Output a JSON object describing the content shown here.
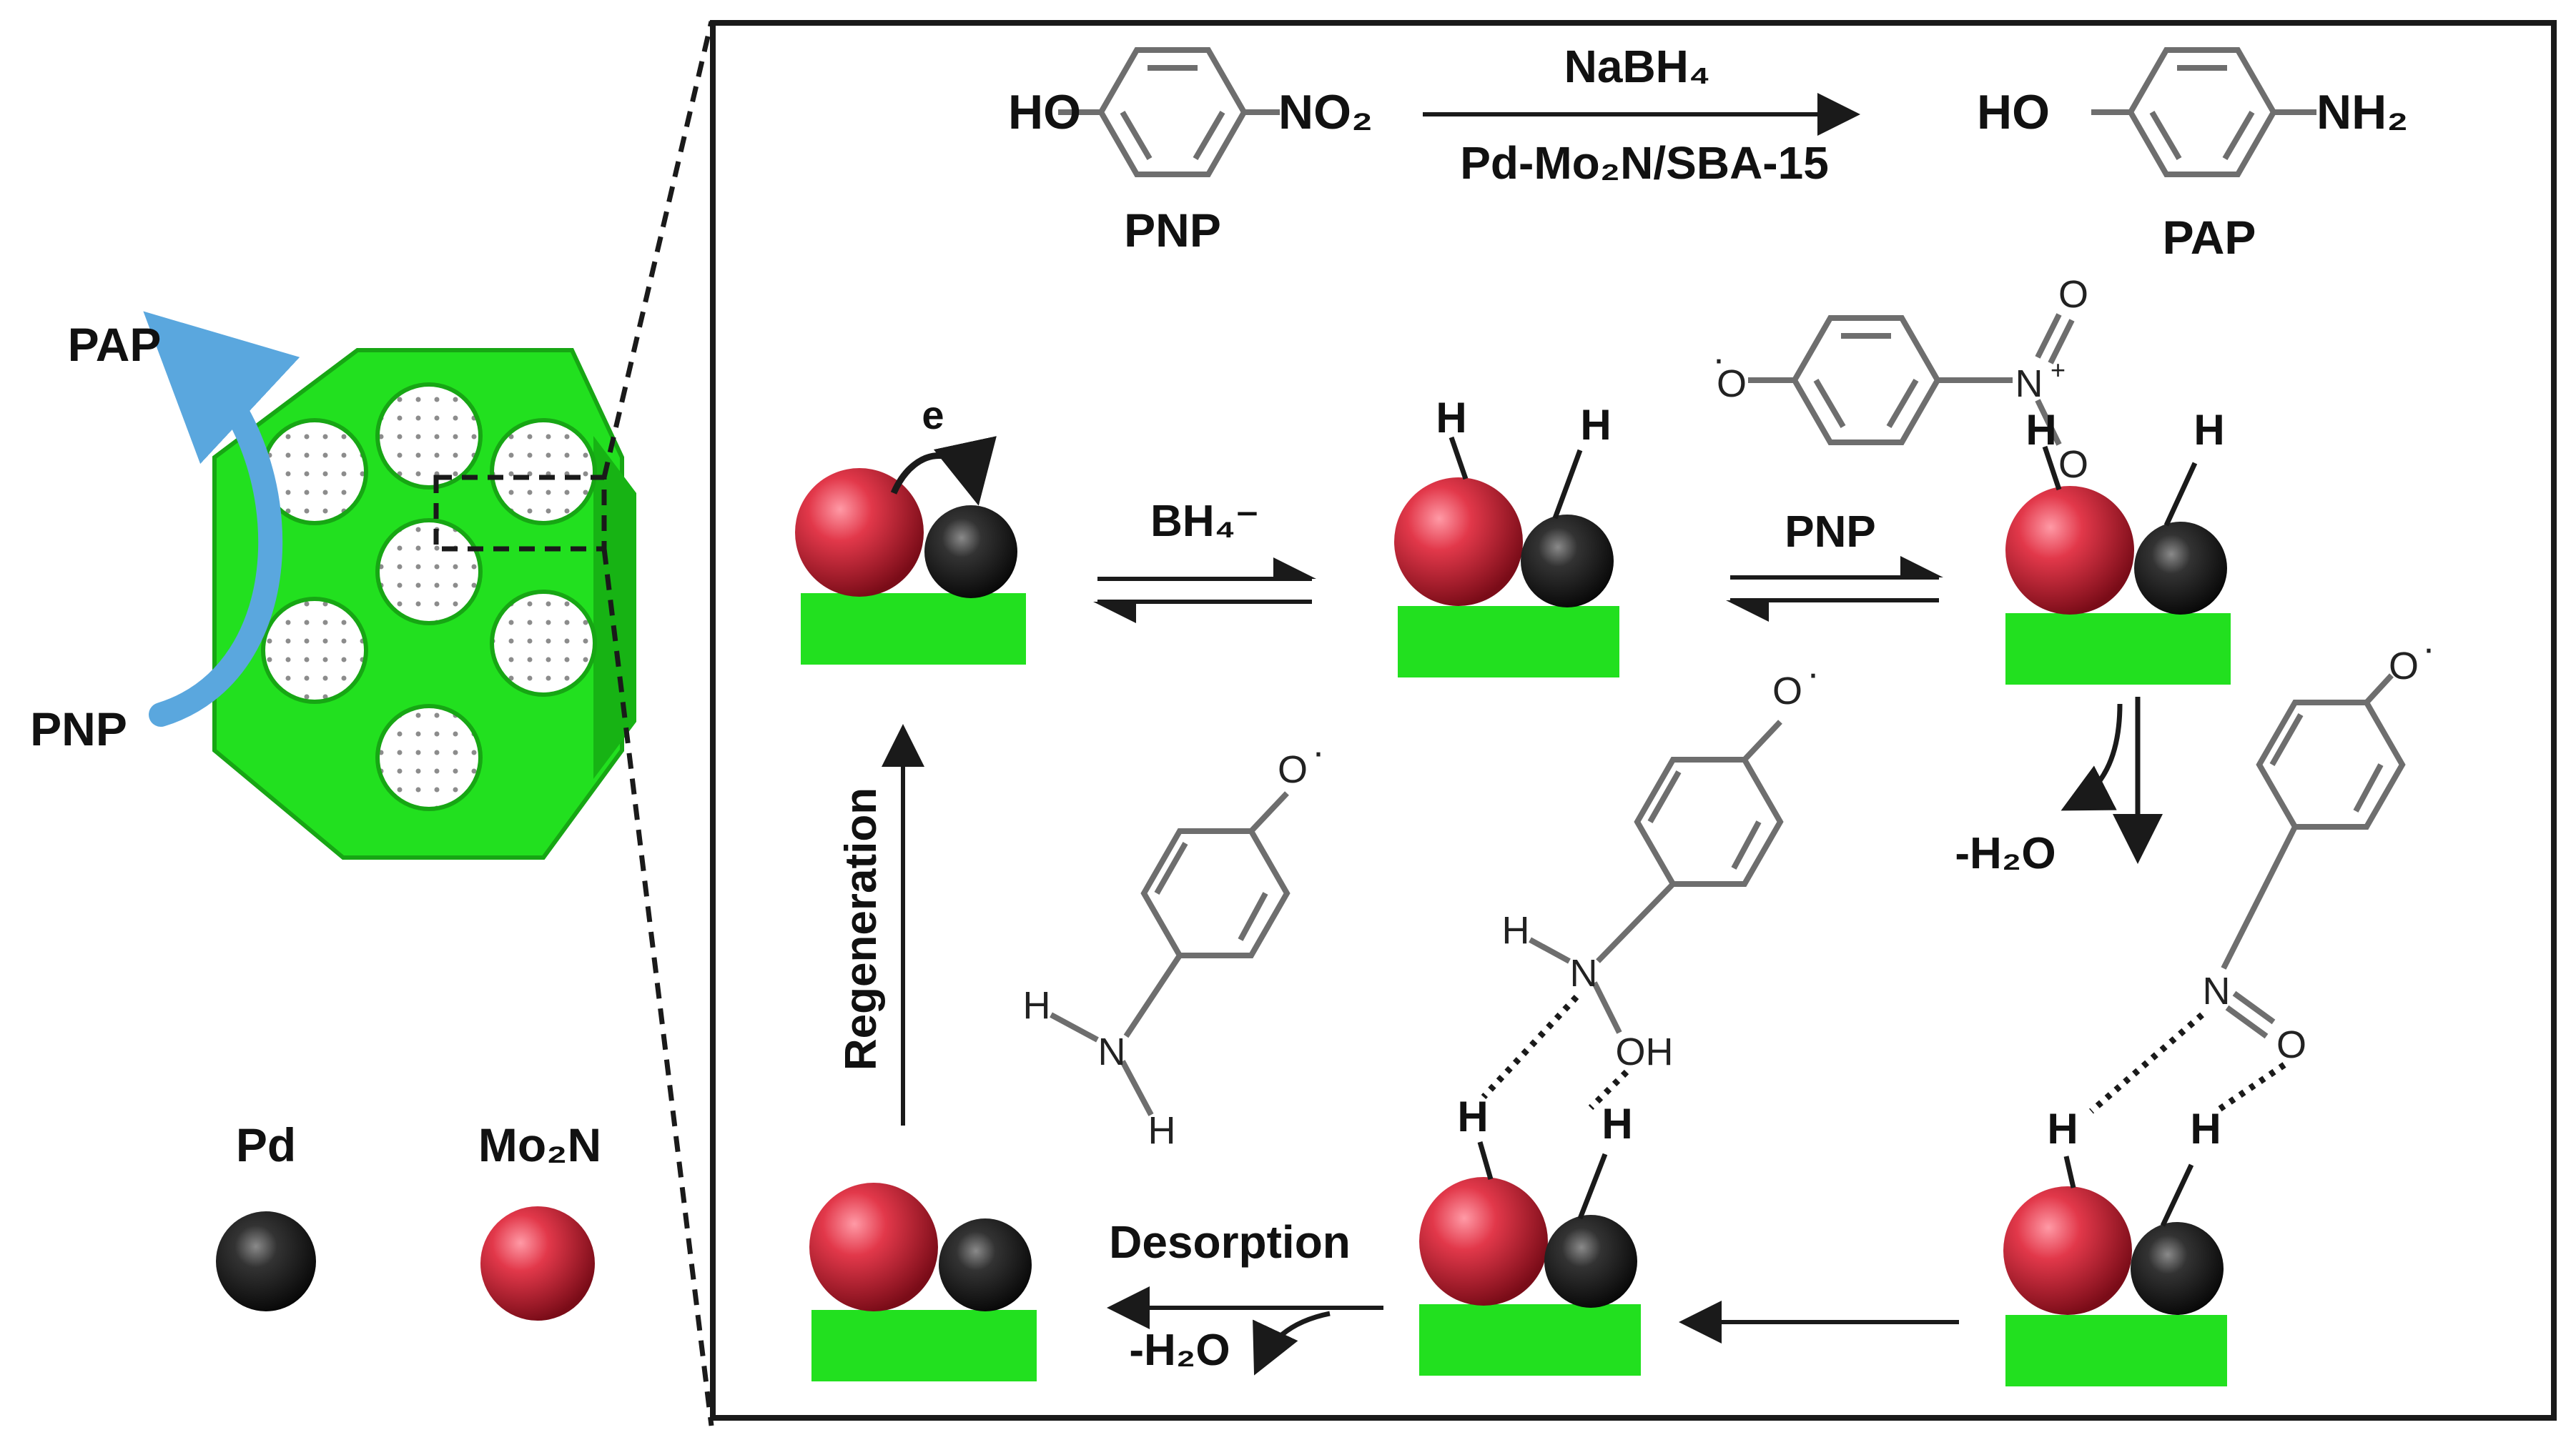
{
  "colors": {
    "support_green": "#22e01f",
    "mo2n_red": "#d42a3a",
    "pd_black": "#1d1d1d",
    "arrow_blue": "#5aa7de",
    "frame_border": "#1a1a1a",
    "bond_gray": "#6e6e6e"
  },
  "left_panel": {
    "pap_label": "PAP",
    "pnp_label": "PNP",
    "legend": {
      "pd_label": "Pd",
      "mo2n_label": "Mo₂N"
    }
  },
  "reaction": {
    "reactant_left": "HO",
    "reactant_right": "NO₂",
    "reactant_name": "PNP",
    "reagent_top": "NaBH₄",
    "reagent_bottom": "Pd-Mo₂N/SBA-15",
    "product_left": "HO",
    "product_right": "NH₂",
    "product_name": "PAP"
  },
  "cycle": {
    "electron_label": "e",
    "step1_label": "BH₄⁻",
    "step2_label": "PNP",
    "water_loss_right": "-H₂O",
    "desorption_label": "Desorption",
    "water_loss_bottom": "-H₂O",
    "regeneration_label": "Regeneration",
    "h_atom": "H",
    "o_atom": "O",
    "n_atom": "N",
    "oh_group": "OH",
    "radical_dot": "·",
    "plus_sign": "+"
  }
}
